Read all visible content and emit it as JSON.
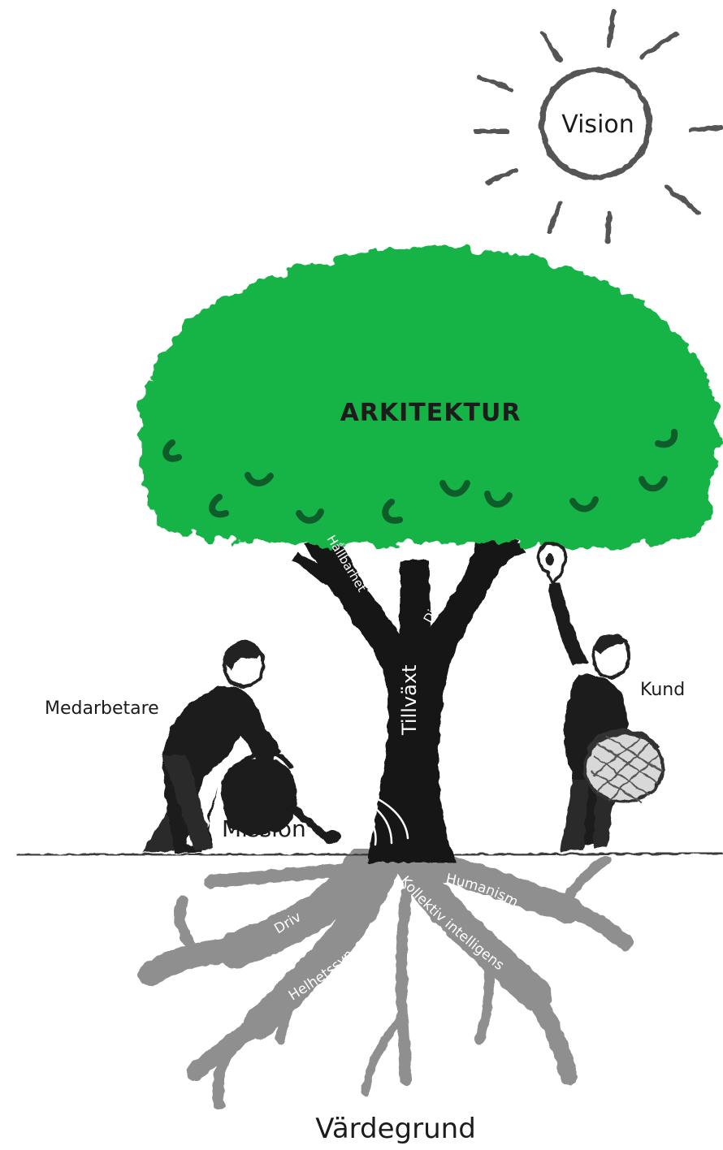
{
  "labels": {
    "sun": "Vision",
    "canopy": "ARKITEKTUR",
    "branch_left": "Hållbarhet",
    "branch_right": "Digitalt",
    "trunk": "Tillväxt",
    "person_left": "Medarbetare",
    "person_right": "Kund",
    "ground": "Mission",
    "roots": [
      "Driv",
      "Helhetssyn",
      "Kollektiv intelligens",
      "Humanism"
    ],
    "foundation": "Värdegrund"
  },
  "colors": {
    "canopy": "#19b347",
    "fruit": "#0d5c2a",
    "trunk": "#161616",
    "roots": "#8f8f8f",
    "ink": "#1c1c1c",
    "ground_line": "#3a3a3a"
  }
}
